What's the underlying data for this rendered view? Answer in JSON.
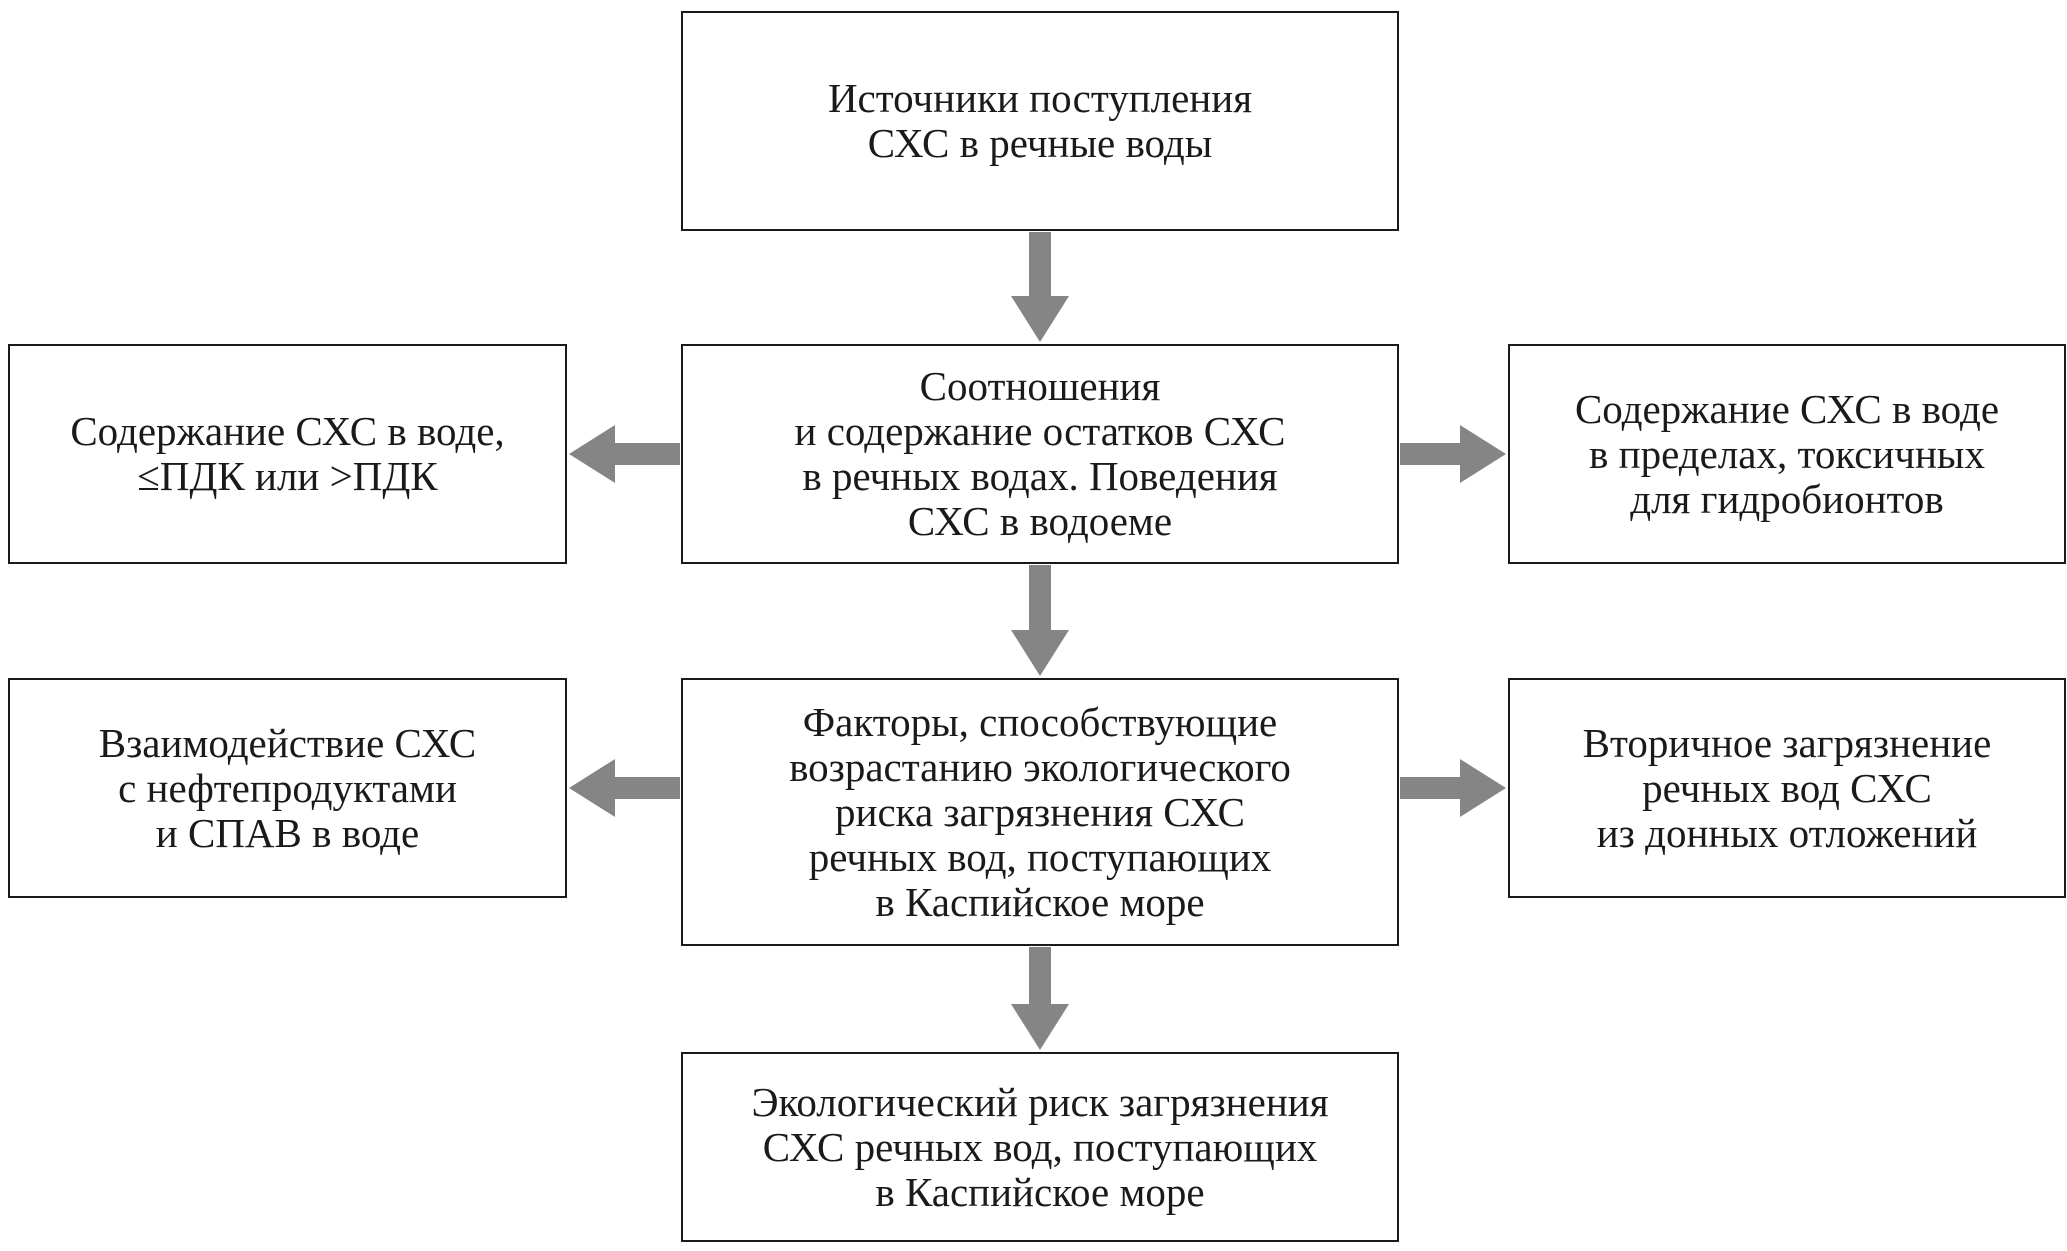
{
  "diagram": {
    "arrow_color": "#858585",
    "nodes": {
      "sources": {
        "lines": [
          "Источники поступления",
          "СХС в речные воды"
        ]
      },
      "ratio": {
        "lines": [
          "Соотношения",
          "и содержание остатков СХС",
          "в речных водах. Поведения",
          "СХС в водоеме"
        ]
      },
      "content_pdk": {
        "lines": [
          "Содержание СХС в воде,",
          "≤ПДК или >ПДК"
        ]
      },
      "content_toxic": {
        "lines": [
          "Содержание СХС в воде",
          "в пределах, токсичных",
          "для гидробионтов"
        ]
      },
      "factors": {
        "lines": [
          "Факторы, способствующие",
          "возрастанию экологического",
          "риска загрязнения СХС",
          "речных вод, поступающих",
          "в Каспийское море"
        ]
      },
      "interaction": {
        "lines": [
          "Взаимодействие СХС",
          "с нефтепродуктами",
          "и СПАВ в воде"
        ]
      },
      "secondary": {
        "lines": [
          "Вторичное загрязнение",
          "речных вод СХС",
          "из донных отложений"
        ]
      },
      "risk": {
        "lines": [
          "Экологический риск загрязнения",
          "СХС речных вод, поступающих",
          "в Каспийское море"
        ]
      }
    },
    "edges": [
      {
        "from": "sources",
        "to": "ratio"
      },
      {
        "from": "ratio",
        "to": "content_pdk"
      },
      {
        "from": "ratio",
        "to": "content_toxic"
      },
      {
        "from": "ratio",
        "to": "factors"
      },
      {
        "from": "factors",
        "to": "interaction"
      },
      {
        "from": "factors",
        "to": "secondary"
      },
      {
        "from": "factors",
        "to": "risk"
      }
    ]
  }
}
